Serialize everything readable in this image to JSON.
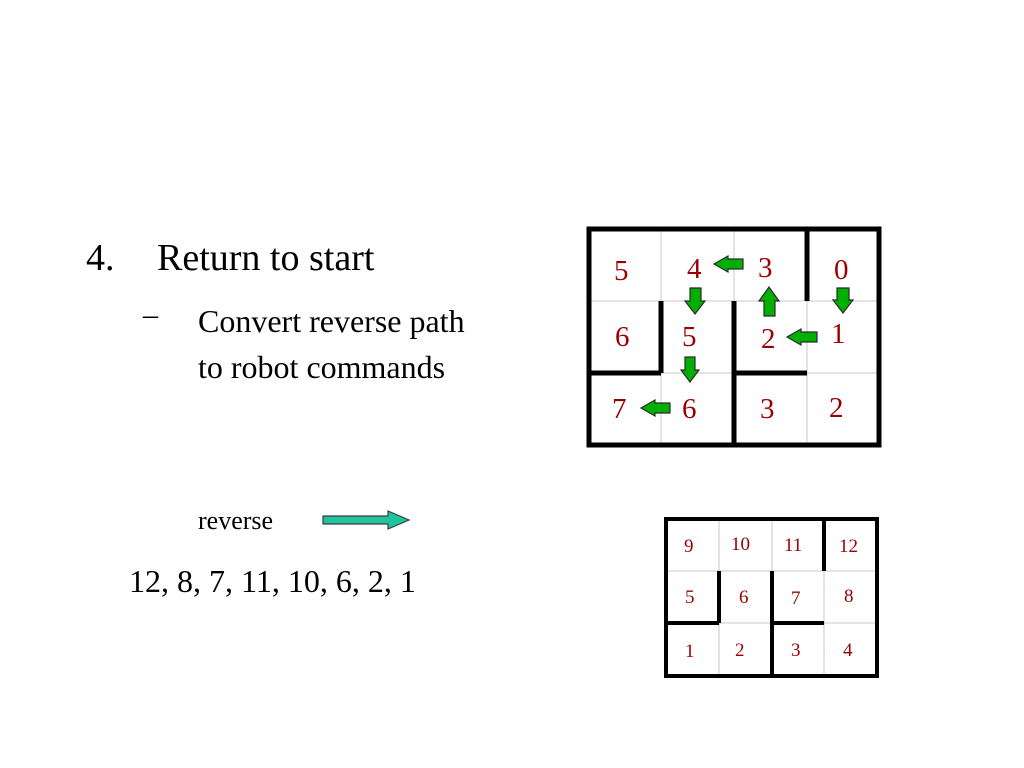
{
  "bullet": {
    "number": "4.",
    "title": "Return to start"
  },
  "sub": {
    "dash": "–",
    "text": "Convert reverse path to robot commands"
  },
  "reverse_label": "reverse",
  "sequence": "12, 8, 7, 11, 10, 6, 2, 1",
  "colors": {
    "label_red": "#9a0000",
    "arrow_green": "#00b000",
    "reverse_arrow_teal": "#1fc49a"
  },
  "maze_top": {
    "labels": [
      "5",
      "4",
      "3",
      "0",
      "6",
      "5",
      "2",
      "1",
      "7",
      "6",
      "3",
      "2"
    ]
  },
  "maze_bottom": {
    "labels": [
      "9",
      "10",
      "11",
      "12",
      "5",
      "6",
      "7",
      "8",
      "1",
      "2",
      "3",
      "4"
    ]
  }
}
